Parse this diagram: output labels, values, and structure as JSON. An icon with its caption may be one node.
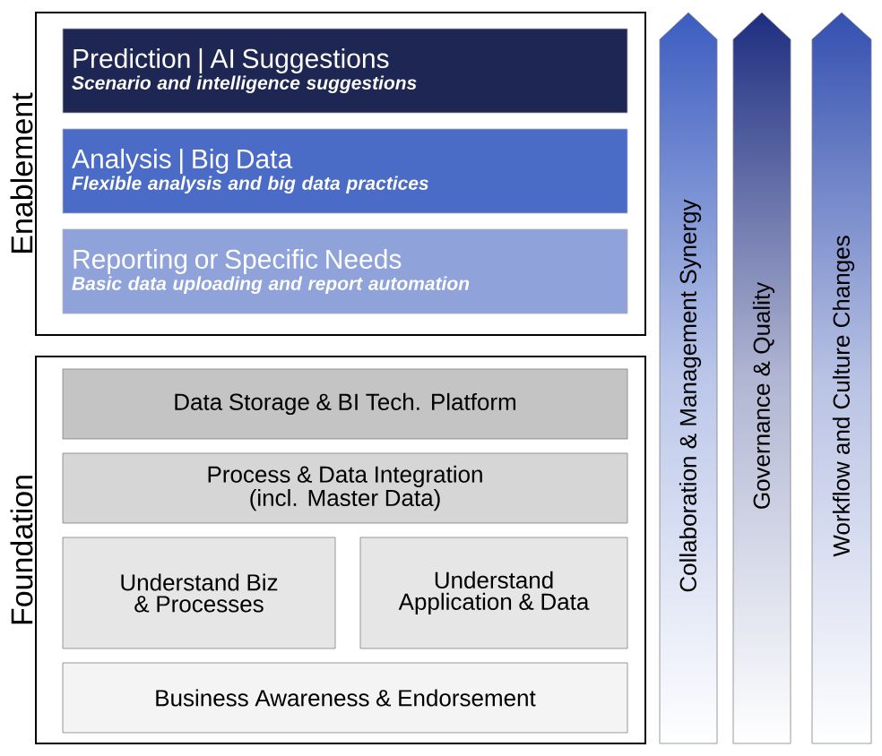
{
  "diagram": {
    "nodes": [
      {
        "text": [
          "Enablement"
        ]
      },
      {
        "text": [
          "Prediction | AI Suggestions",
          "Scenario and intelligence suggestions"
        ],
        "in": 0
      },
      {
        "text": [
          "Analysis | Big Data",
          "Flexible analysis and big data practices"
        ],
        "in": 0
      },
      {
        "text": [
          "Reporting or Specific Needs",
          "Basic data uploading and report automation"
        ],
        "in": 0
      },
      {
        "text": [
          "Foundation"
        ]
      },
      {
        "text": [
          "Data Storage & BI Tech. Platform"
        ],
        "in": 4
      },
      {
        "text": [
          "Process & Data Integration (incl. Master Data)"
        ],
        "in": 4
      },
      {
        "text": [
          "Understand Biz & Processes"
        ],
        "in": 4
      },
      {
        "text": [
          "Understand Application & Data"
        ],
        "in": 4
      },
      {
        "text": [
          "Business Awareness & Endorsement"
        ],
        "in": 4
      },
      {
        "text": [
          "Collaboration & Management Synergy"
        ]
      },
      {
        "text": [
          "Governance & Quality"
        ]
      },
      {
        "text": [
          "Workflow and Culture Changes"
        ]
      }
    ]
  }
}
